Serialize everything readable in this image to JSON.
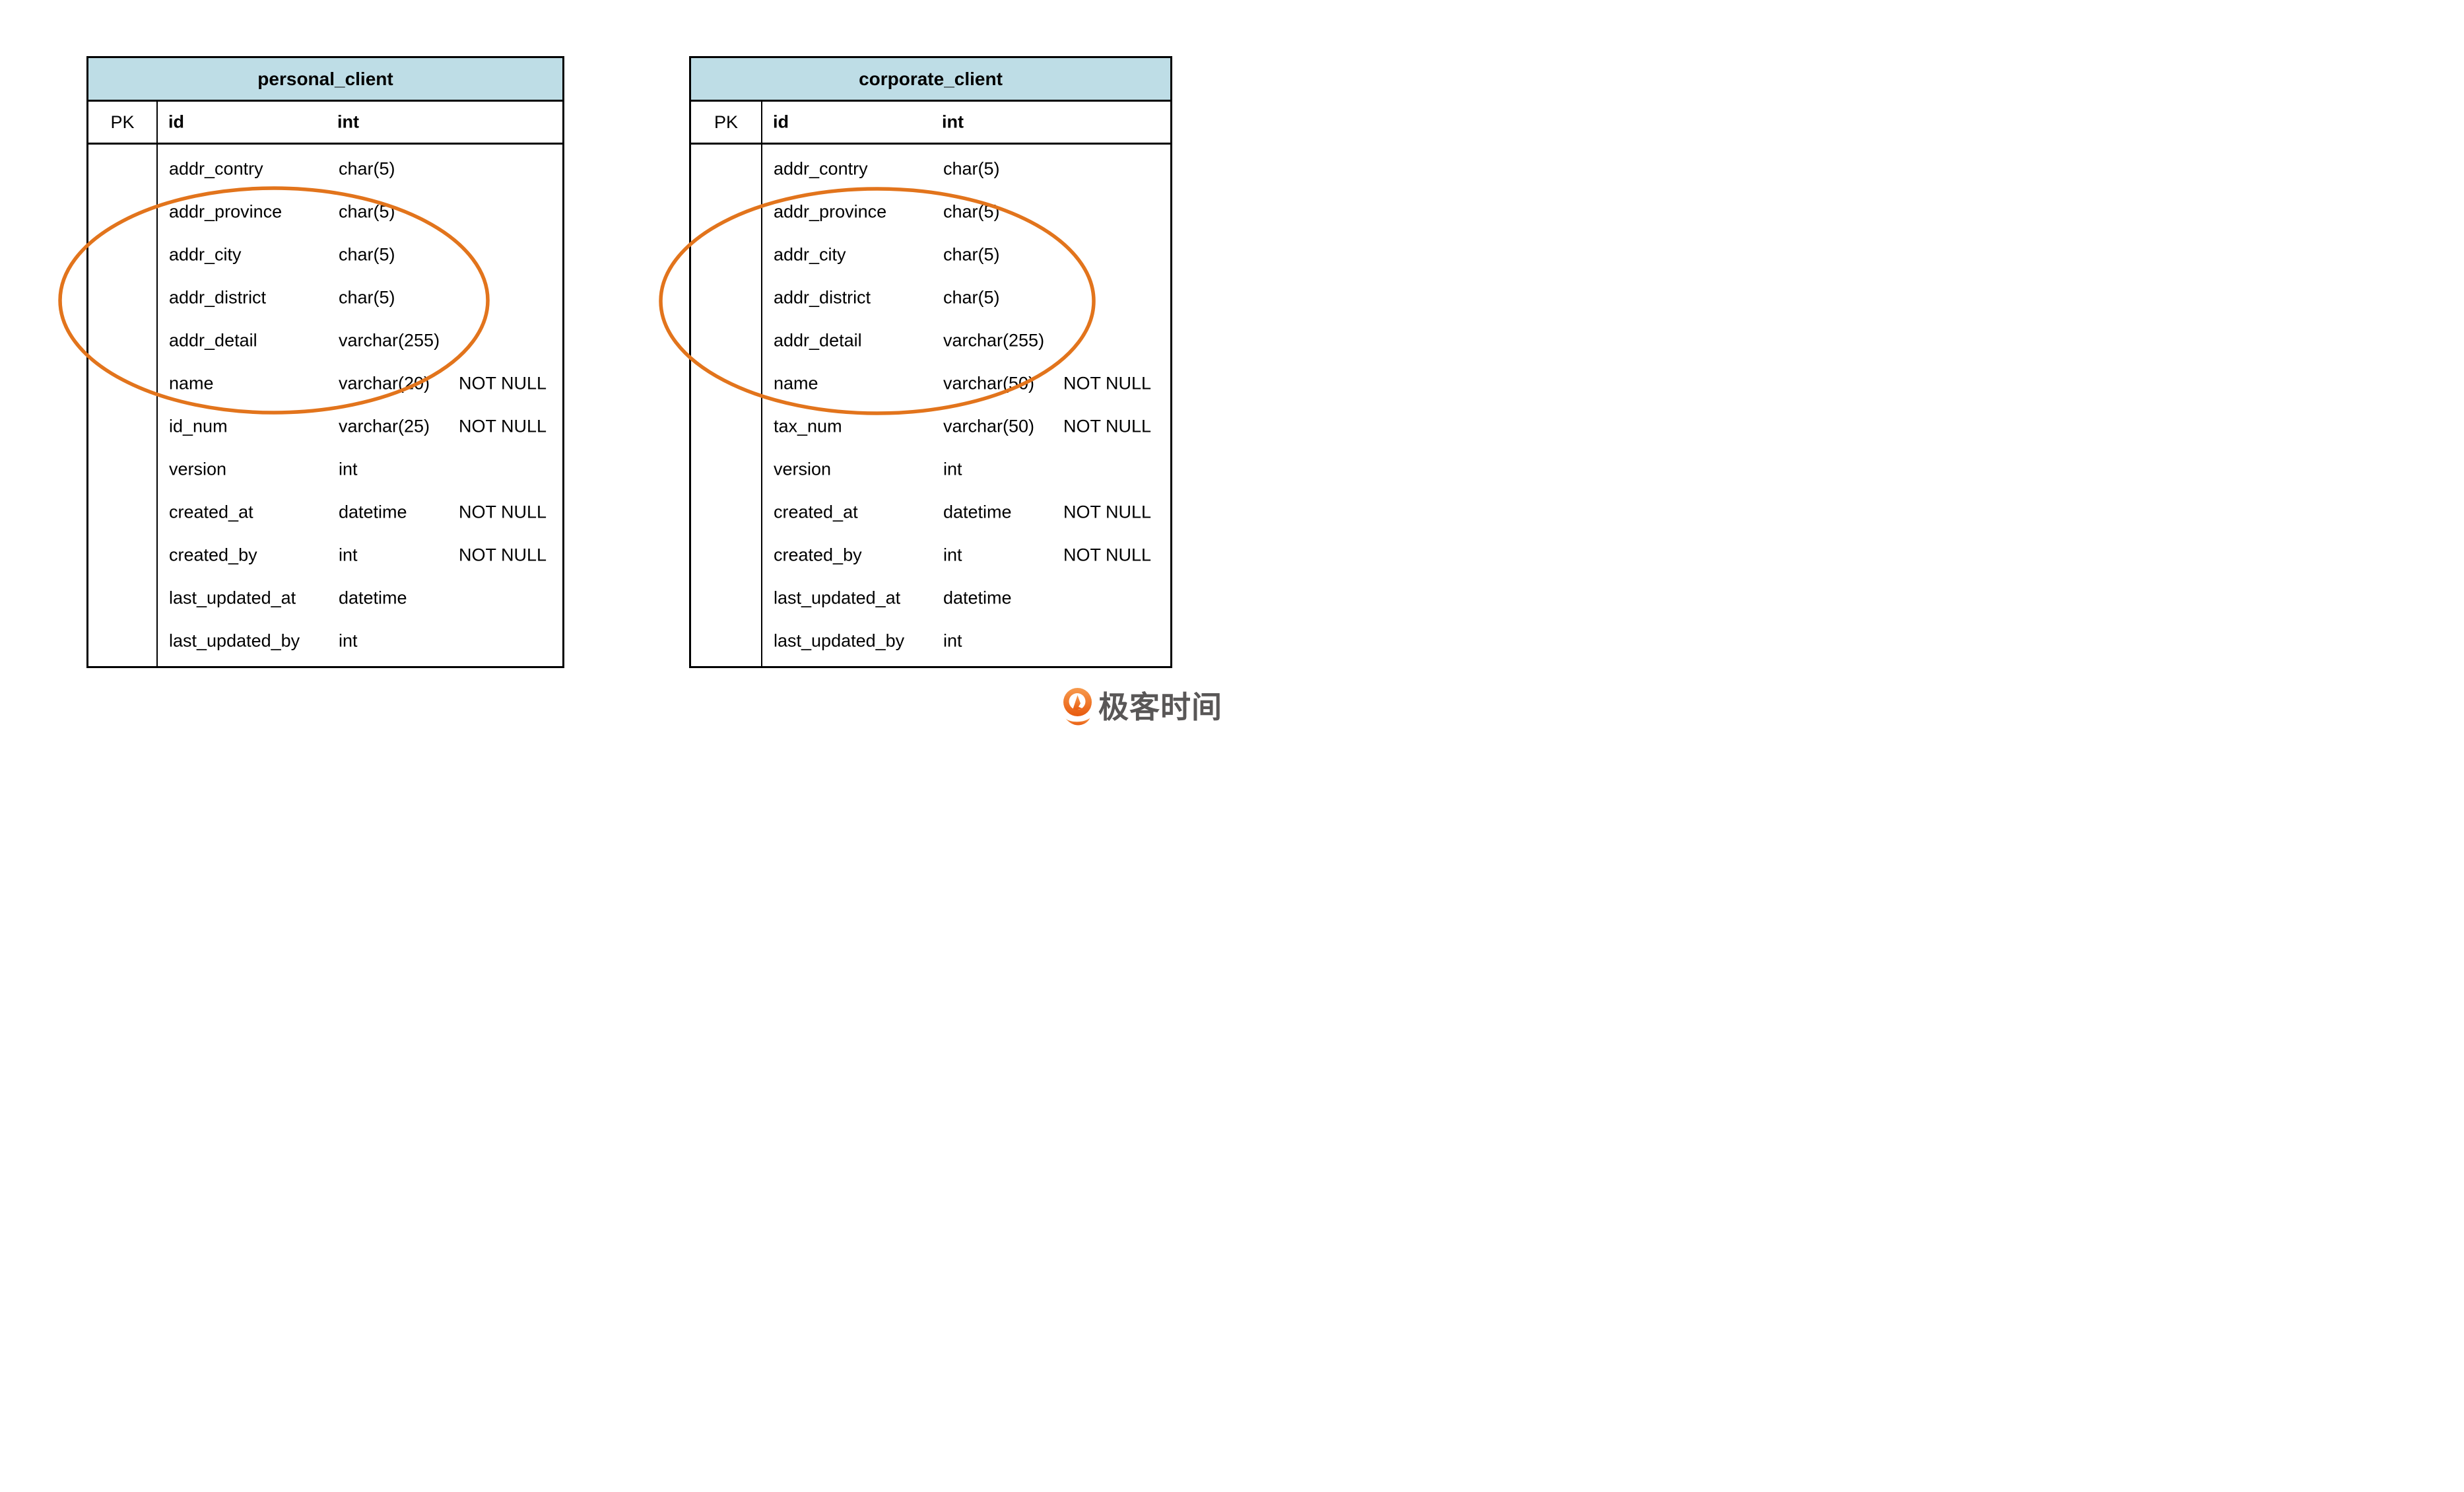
{
  "page": {
    "background": "#ffffff"
  },
  "diagram": {
    "header_color": "#BEDDE6",
    "border_color": "#000000",
    "annotation_color": "#E2741C",
    "tables": [
      {
        "name": "personal_client",
        "pk_label": "PK",
        "pk_field": {
          "name": "id",
          "type": "int"
        },
        "fields": [
          {
            "name": "addr_contry",
            "type": "char(5)",
            "constraint": ""
          },
          {
            "name": "addr_province",
            "type": "char(5)",
            "constraint": ""
          },
          {
            "name": "addr_city",
            "type": "char(5)",
            "constraint": ""
          },
          {
            "name": "addr_district",
            "type": "char(5)",
            "constraint": ""
          },
          {
            "name": "addr_detail",
            "type": "varchar(255)",
            "constraint": ""
          },
          {
            "name": "name",
            "type": "varchar(20)",
            "constraint": "NOT NULL"
          },
          {
            "name": "id_num",
            "type": "varchar(25)",
            "constraint": "NOT NULL"
          },
          {
            "name": "version",
            "type": "int",
            "constraint": ""
          },
          {
            "name": "created_at",
            "type": "datetime",
            "constraint": "NOT NULL"
          },
          {
            "name": "created_by",
            "type": "int",
            "constraint": "NOT NULL"
          },
          {
            "name": "last_updated_at",
            "type": "datetime",
            "constraint": ""
          },
          {
            "name": "last_updated_by",
            "type": "int",
            "constraint": ""
          }
        ]
      },
      {
        "name": "corporate_client",
        "pk_label": "PK",
        "pk_field": {
          "name": "id",
          "type": "int"
        },
        "fields": [
          {
            "name": "addr_contry",
            "type": "char(5)",
            "constraint": ""
          },
          {
            "name": "addr_province",
            "type": "char(5)",
            "constraint": ""
          },
          {
            "name": "addr_city",
            "type": "char(5)",
            "constraint": ""
          },
          {
            "name": "addr_district",
            "type": "char(5)",
            "constraint": ""
          },
          {
            "name": "addr_detail",
            "type": "varchar(255)",
            "constraint": ""
          },
          {
            "name": "name",
            "type": "varchar(50)",
            "constraint": "NOT NULL"
          },
          {
            "name": "tax_num",
            "type": "varchar(50)",
            "constraint": "NOT NULL"
          },
          {
            "name": "version",
            "type": "int",
            "constraint": ""
          },
          {
            "name": "created_at",
            "type": "datetime",
            "constraint": "NOT NULL"
          },
          {
            "name": "created_by",
            "type": "int",
            "constraint": "NOT NULL"
          },
          {
            "name": "last_updated_at",
            "type": "datetime",
            "constraint": ""
          },
          {
            "name": "last_updated_by",
            "type": "int",
            "constraint": ""
          }
        ]
      }
    ]
  },
  "logo": {
    "text": "极客时间",
    "text_color": "#595757",
    "icon": "geektime-pin-icon",
    "icon_gradient_top": "#F79A4D",
    "icon_gradient_bottom": "#E85A0E"
  }
}
